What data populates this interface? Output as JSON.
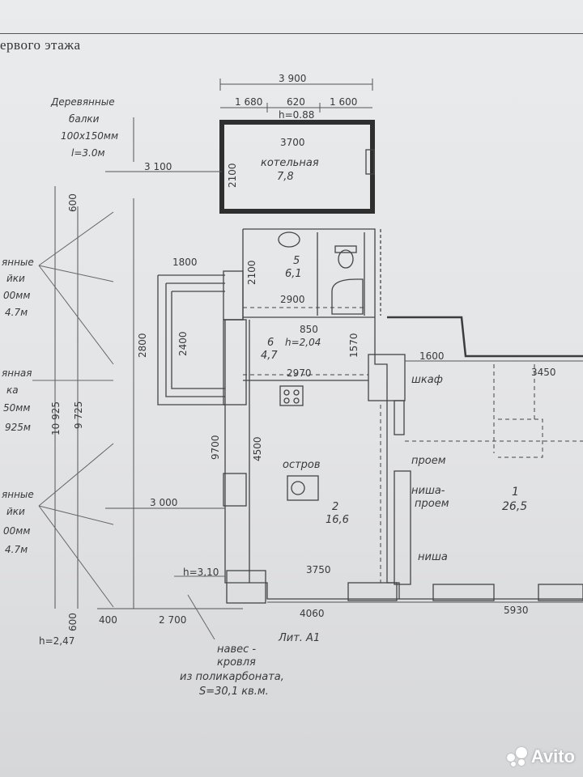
{
  "header": {
    "title": "ервого этажа"
  },
  "annotations": {
    "beams_top": [
      "Деревянные",
      "балки",
      "100х150мм",
      "l=3.0м"
    ],
    "beams_upper_left": [
      "янные",
      "йки",
      "00мм",
      "4.7м"
    ],
    "beams_middle_left": [
      "янная",
      "ка",
      "50мм",
      "925м"
    ],
    "beams_lower_left": [
      "янные",
      "йки",
      "00мм",
      "4.7м"
    ],
    "canopy": [
      "навес -",
      "кровля",
      "из поликарбоната,",
      "S=30,1 кв.м."
    ],
    "liter": "Лит. А1"
  },
  "rooms": {
    "boiler": {
      "name": "котельная",
      "area": "7,8"
    },
    "bathroom": {
      "number": "5",
      "area": "6,1"
    },
    "room6": {
      "number": "6",
      "area": "4,7",
      "height": "h=2,04"
    },
    "kitchen": {
      "number": "2",
      "area": "16,6",
      "island": "остров"
    },
    "living": {
      "number": "1",
      "area": "26,5"
    }
  },
  "labels": {
    "wardrobe": "шкаф",
    "opening": "проем",
    "niche_opening_1": "ниша-",
    "niche_opening_2": "проем",
    "niche": "ниша"
  },
  "dimensions": {
    "d3900": "3 900",
    "d1680": "1 680",
    "d620": "620",
    "d1600a": "1 600",
    "h088": "h=0.88",
    "d3700": "3700",
    "d2100a": "2100",
    "d3100": "3 100",
    "d2100b": "2100",
    "d1800": "1800",
    "d2900": "2900",
    "d850": "850",
    "d2400": "2400",
    "d2800": "2800",
    "d1570": "1570",
    "d1600b": "1600",
    "d3450": "3450",
    "d2970": "2970",
    "d10925": "10 925",
    "d9725": "9 725",
    "d600a": "600",
    "d600b": "600",
    "d9700": "9700",
    "d4500": "4500",
    "d3000": "3 000",
    "h310": "h=3,10",
    "d3750": "3750",
    "d4060": "4060",
    "d5930": "5930",
    "d400": "400",
    "d2700": "2 700",
    "h247": "h=2,47"
  },
  "watermark": {
    "brand": "Avito"
  }
}
